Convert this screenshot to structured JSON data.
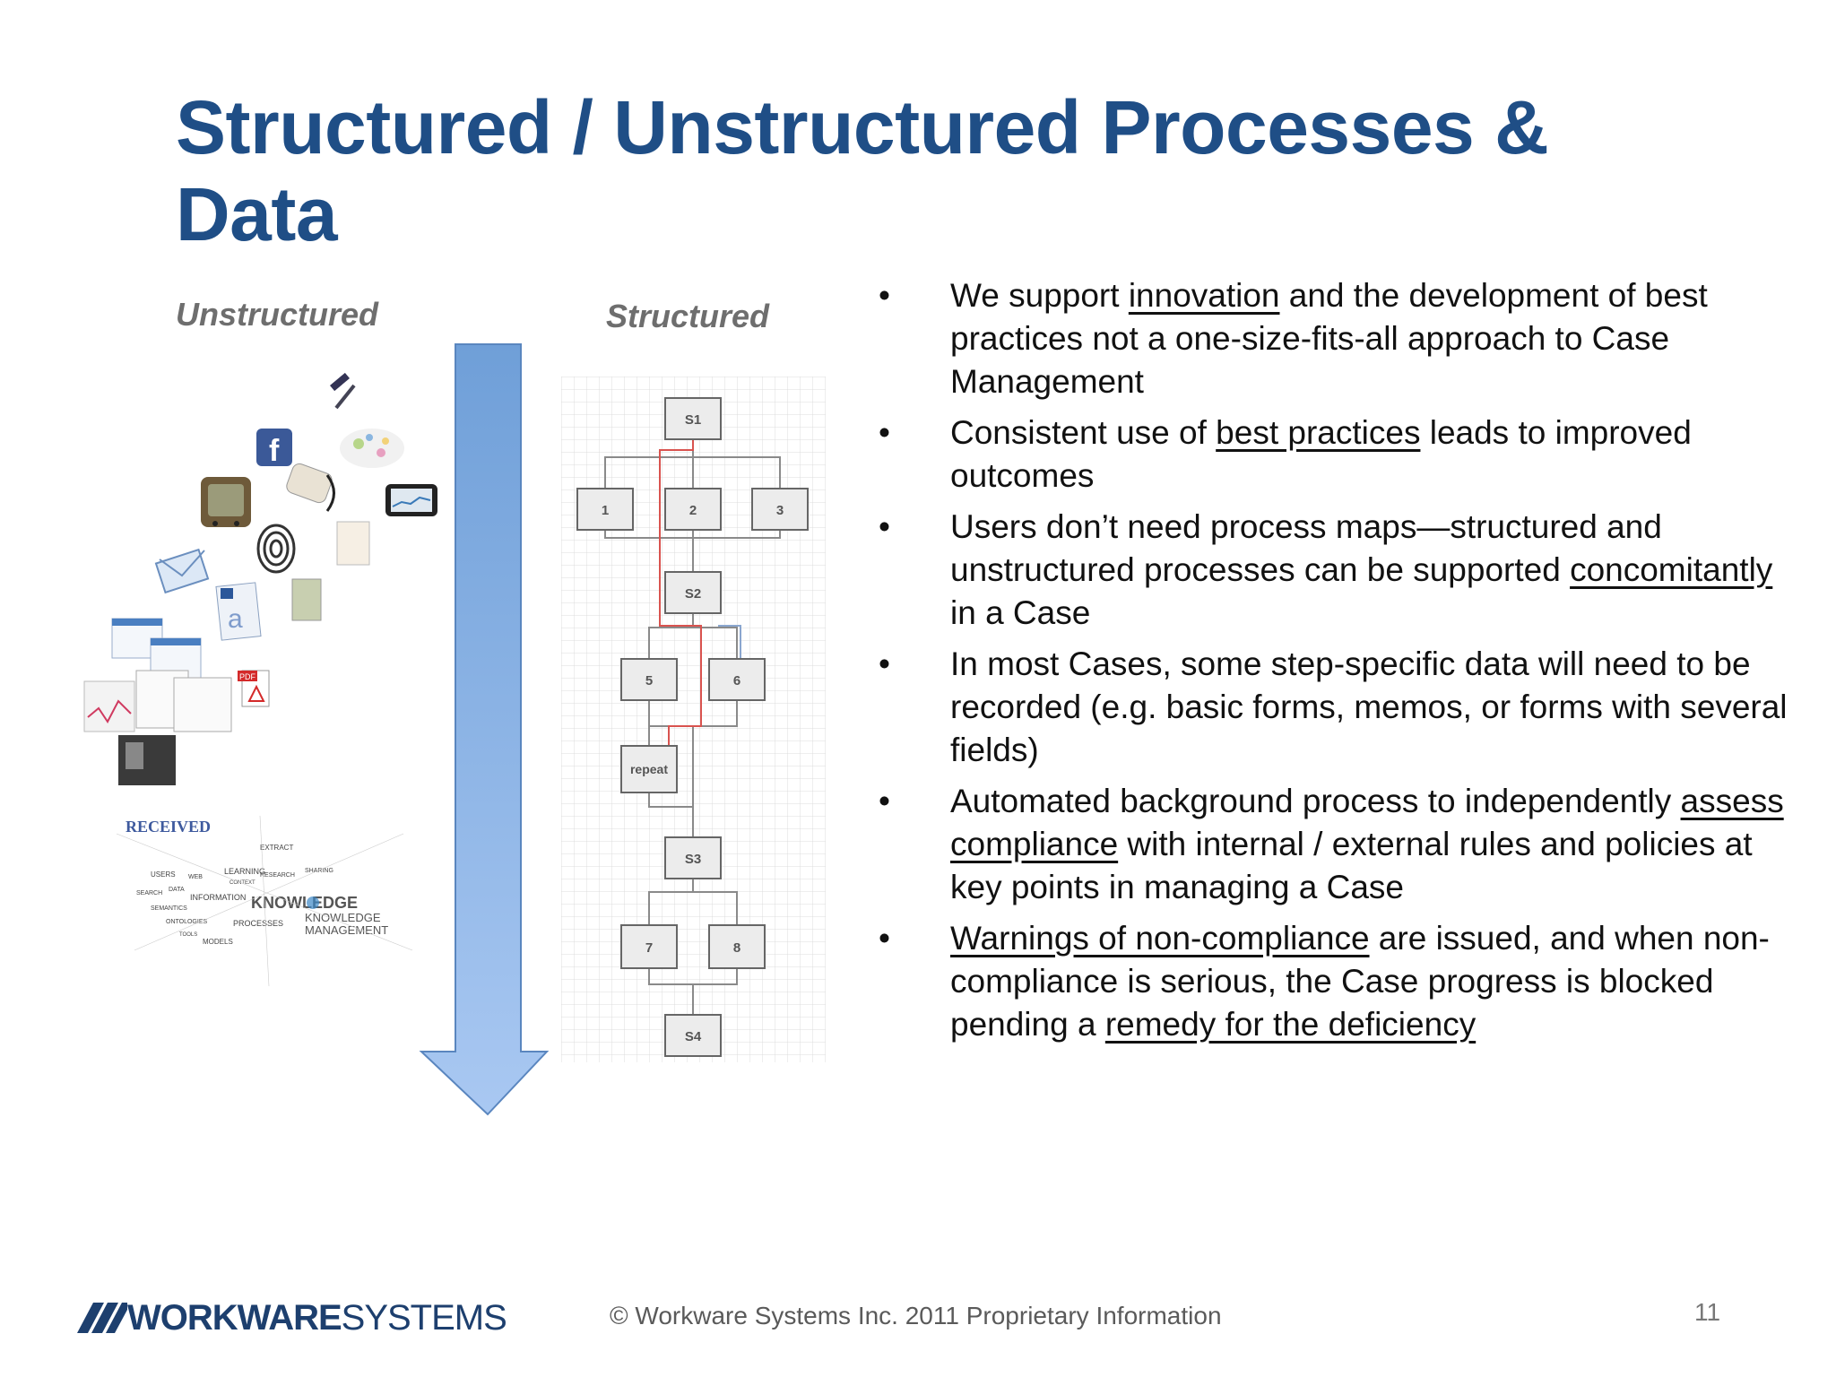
{
  "title": "Structured / Unstructured Processes & Data",
  "labels": {
    "unstructured": "Unstructured",
    "structured": "Structured"
  },
  "flowchart": {
    "nodes": [
      "S1",
      "1",
      "2",
      "3",
      "S2",
      "5",
      "6",
      "repeat",
      "S3",
      "7",
      "8",
      "S4"
    ]
  },
  "collage": {
    "words": [
      "KNOWLEDGE",
      "KNOWLEDGE MANAGEMENT",
      "INFORMATION",
      "LEARNING",
      "PROCESSES",
      "USERS",
      "MODELS",
      "EXTRACT",
      "SHARING",
      "ONTOLOGIES",
      "SEMANTICS",
      "RESEARCH",
      "WEB",
      "DATA",
      "SEARCH",
      "TOOLS",
      "CONTEXT"
    ],
    "icons": [
      "facebook-icon",
      "envelope-icon",
      "fingerprint-icon",
      "tv-icon",
      "phone-icon",
      "pdf-icon",
      "document-icon",
      "photo-icon",
      "received-stamp"
    ]
  },
  "bullets": [
    {
      "parts": [
        {
          "t": "We support "
        },
        {
          "t": "innovation",
          "u": true
        },
        {
          "t": " and the development of best practices not a one-size-fits-all approach to Case Management"
        }
      ]
    },
    {
      "parts": [
        {
          "t": "Consistent use of "
        },
        {
          "t": "best practices",
          "u": true
        },
        {
          "t": " leads to improved outcomes"
        }
      ]
    },
    {
      "parts": [
        {
          "t": "Users don’t need process maps—structured and unstructured processes can be supported "
        },
        {
          "t": "concomitantly",
          "u": true
        },
        {
          "t": " in a Case"
        }
      ]
    },
    {
      "parts": [
        {
          "t": "In most Cases, some step-specific data will need to be recorded (e.g. basic forms, memos, or forms with several fields)"
        }
      ]
    },
    {
      "parts": [
        {
          "t": "Automated background process to independently "
        },
        {
          "t": "assess compliance",
          "u": true
        },
        {
          "t": " with internal / external rules and policies at key points in managing a Case"
        }
      ]
    },
    {
      "parts": [
        {
          "t": "Warnings of non-compliance",
          "u": true
        },
        {
          "t": " are issued, and when non-compliance is serious, the Case progress is blocked pending a "
        },
        {
          "t": "remedy for the deficiency",
          "u": true
        }
      ]
    }
  ],
  "bullet_char": "•",
  "footer": {
    "logo_bold": "WORKWARE",
    "logo_light": "SYSTEMS",
    "text": "© Workware Systems Inc. 2011  Proprietary Information",
    "page": "11"
  },
  "colors": {
    "title": "#1f4e86",
    "arrow_top": "#6f9fd8",
    "arrow_bottom": "#a9c8f2",
    "logo": "#1d3f6e",
    "flow_red": "#d9534f"
  }
}
